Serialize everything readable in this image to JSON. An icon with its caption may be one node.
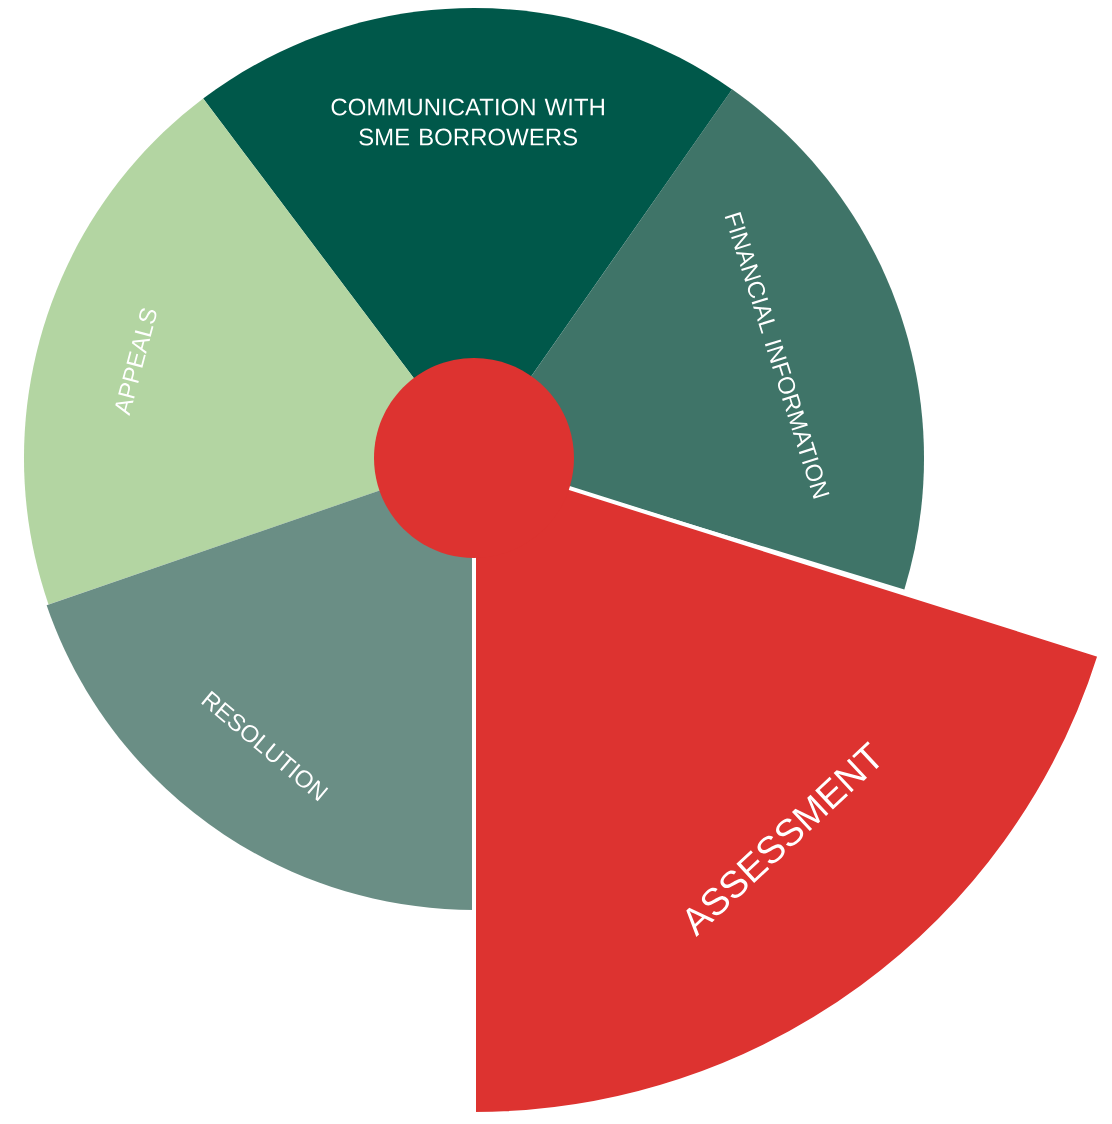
{
  "diagram": {
    "nodes": [
      {
        "text": [
          "COMMUNICATION WITH SME BORROWERS"
        ]
      },
      {
        "text": [
          "APPEALS"
        ]
      },
      {
        "text": [
          "FINANCIAL INFORMATION"
        ]
      },
      {
        "text": [],
        "shape": "circle"
      },
      {
        "text": [
          "RESOLUTION"
        ]
      },
      {
        "text": [
          "ASSESSMENT"
        ]
      }
    ]
  }
}
